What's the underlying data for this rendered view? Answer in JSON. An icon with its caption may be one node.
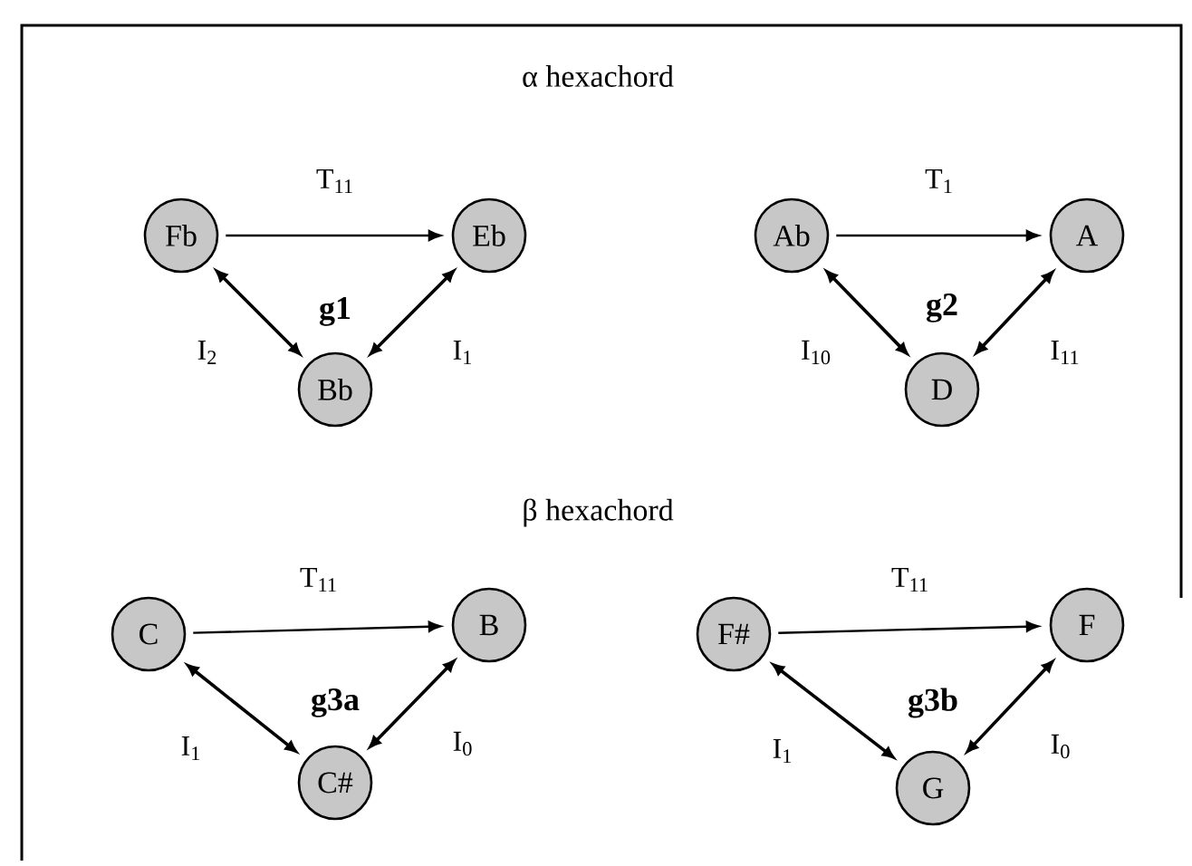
{
  "diagram": {
    "nodes": [
      {
        "text": [
          "Fb"
        ]
      },
      {
        "text": [
          "Eb"
        ]
      },
      {
        "text": [
          "Bb"
        ]
      },
      {
        "text": [
          "Ab"
        ]
      },
      {
        "text": [
          "A"
        ]
      },
      {
        "text": [
          "D"
        ]
      },
      {
        "text": [
          "C"
        ]
      },
      {
        "text": [
          "B"
        ]
      },
      {
        "text": [
          "C#"
        ]
      },
      {
        "text": [
          "F#"
        ]
      },
      {
        "text": [
          "F"
        ]
      },
      {
        "text": [
          "G"
        ]
      }
    ],
    "edges": [
      {
        "from": 0,
        "to": 1,
        "arrow": "to",
        "label": "T$_{11}$"
      },
      {
        "from": 0,
        "to": 2,
        "arrow": "both",
        "label": "I$_{2}$"
      },
      {
        "from": 1,
        "to": 2,
        "arrow": "both",
        "label": "I$_{1}$"
      },
      {
        "from": 3,
        "to": 4,
        "arrow": "to",
        "label": "T$_{1}$"
      },
      {
        "from": 3,
        "to": 5,
        "arrow": "both",
        "label": "I$_{10}$"
      },
      {
        "from": 4,
        "to": 5,
        "arrow": "both",
        "label": "I$_{11}$"
      },
      {
        "from": 6,
        "to": 7,
        "arrow": "to",
        "label": "T$_{11}$"
      },
      {
        "from": 6,
        "to": 8,
        "arrow": "both",
        "label": "I$_{1}$"
      },
      {
        "from": 7,
        "to": 8,
        "arrow": "both",
        "label": "I$_{0}$"
      },
      {
        "from": 9,
        "to": 10,
        "arrow": "to",
        "label": "T$_{11}$"
      },
      {
        "from": 9,
        "to": 11,
        "arrow": "both",
        "label": "I$_{1}$"
      },
      {
        "from": 10,
        "to": 11,
        "arrow": "both",
        "label": "I$_{0}$"
      }
    ],
    "labels": [
      "α hexachord",
      "g1",
      "g2",
      "β hexachord",
      "g3a",
      "g3b"
    ]
  }
}
